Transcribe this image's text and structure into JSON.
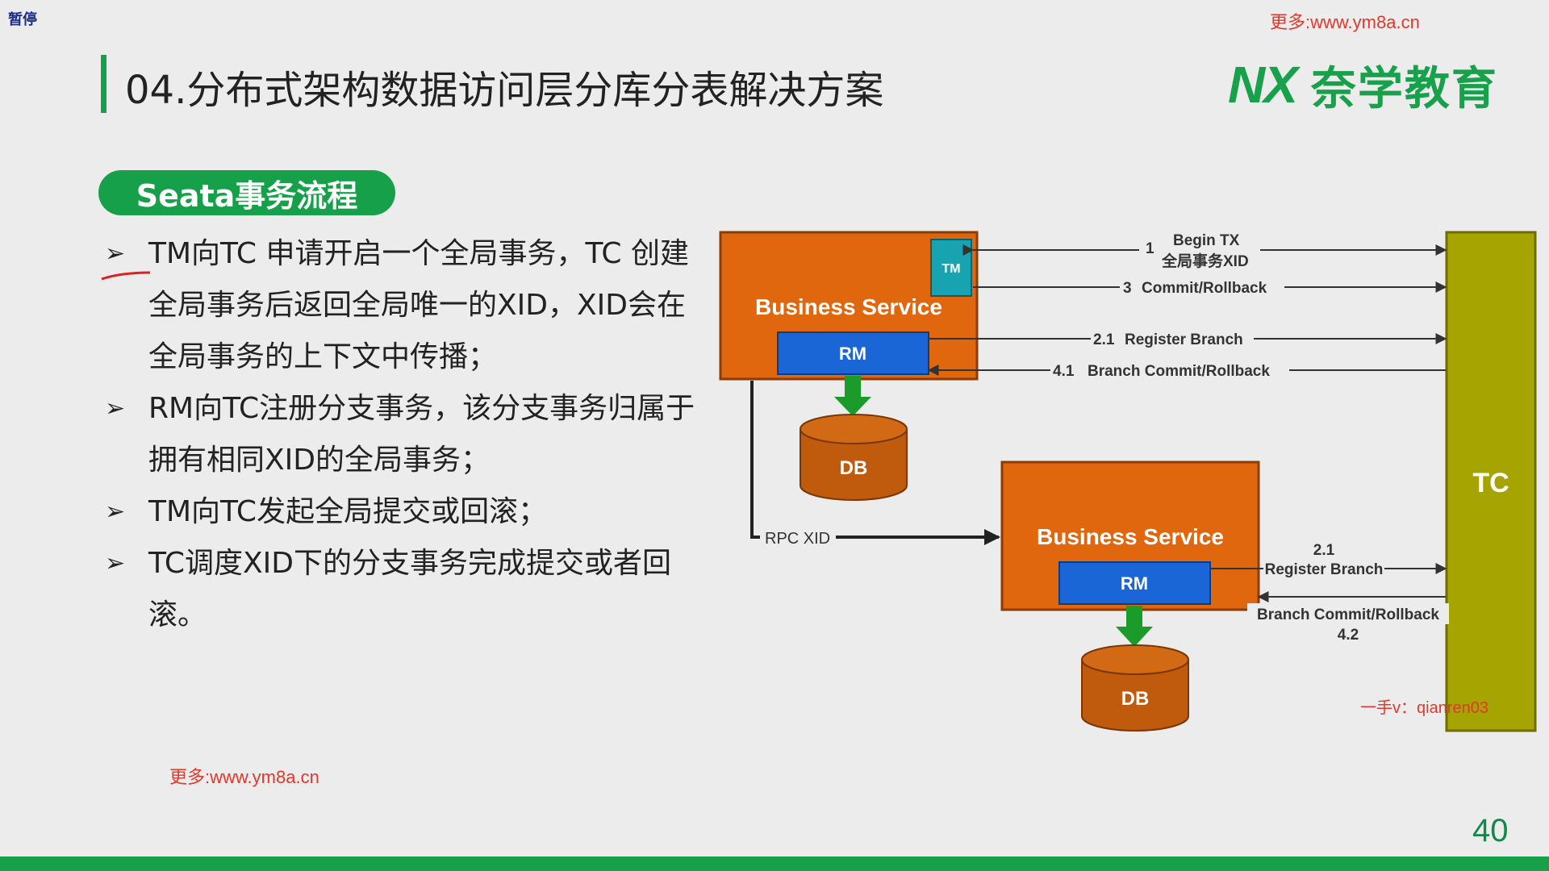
{
  "overlay": {
    "pause_label": "暂停",
    "watermark_top": "更多:www.ym8a.cn",
    "watermark_bottom": "更多:www.ym8a.cn",
    "watermark_contact": "一手v：qianren03"
  },
  "slide": {
    "title": "04.分布式架构数据访问层分库分表解决方案",
    "logo_mark": "NX",
    "logo_text": "奈学教育",
    "section_pill": "Seata事务流程",
    "bullets": [
      "TM向TC 申请开启一个全局事务，TC 创建全局事务后返回全局唯一的XID，XID会在全局事务的上下文中传播；",
      "RM向TC注册分支事务，该分支事务归属于拥有相同XID的全局事务；",
      "TM向TC发起全局提交或回滚；",
      "TC调度XID下的分支事务完成提交或者回滚。"
    ],
    "page_number": "40"
  },
  "diagram": {
    "service1": {
      "label": "Business Service",
      "tm": "TM",
      "rm": "RM",
      "db": "DB"
    },
    "service2": {
      "label": "Business Service",
      "rm": "RM",
      "db": "DB"
    },
    "tc": "TC",
    "rpc": "RPC XID",
    "arrows": {
      "begin_num": "1",
      "begin": "Begin TX",
      "begin_sub": "全局事务XID",
      "commit_num": "3",
      "commit": "Commit/Rollback",
      "reg1_num": "2.1",
      "reg1": "Register Branch",
      "bc1_num": "4.1",
      "bc1": "Branch Commit/Rollback",
      "reg2_num": "2.1",
      "reg2": "Register Branch",
      "bc2": "Branch Commit/Rollback",
      "bc2_num": "4.2"
    }
  }
}
